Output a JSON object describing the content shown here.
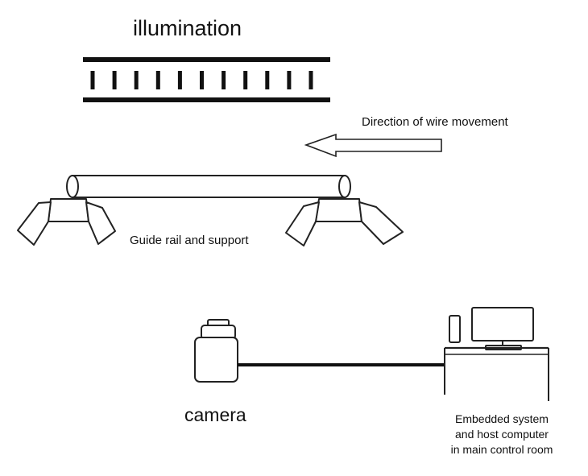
{
  "labels": {
    "illumination": "illumination",
    "direction": "Direction of wire movement",
    "guide_rail": "Guide rail and support",
    "camera": "camera",
    "host_line1": "Embedded system",
    "host_line2": "and host computer",
    "host_line3": "in main control room"
  },
  "illumination": {
    "led_count": 11
  },
  "colors": {
    "stroke": "#111111",
    "fill": "#ffffff"
  }
}
